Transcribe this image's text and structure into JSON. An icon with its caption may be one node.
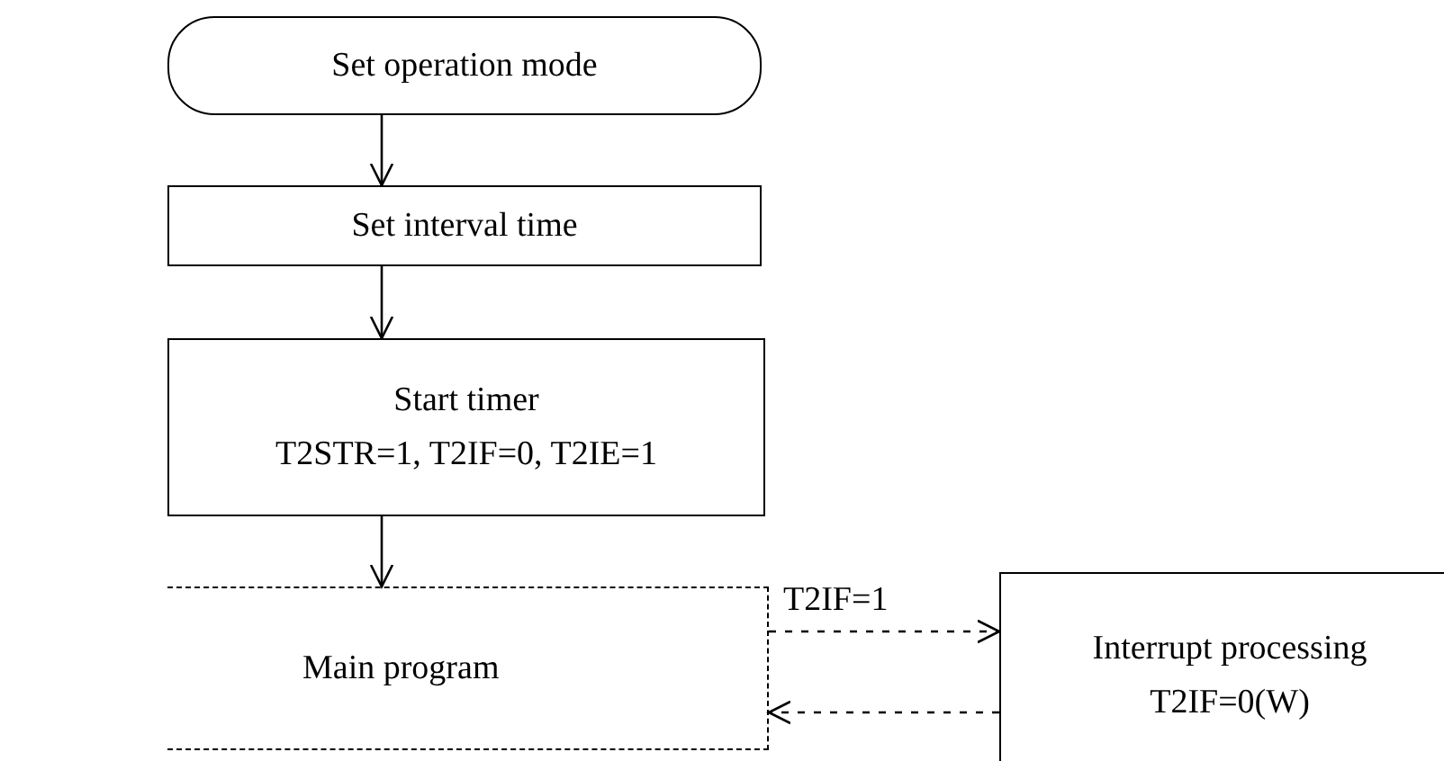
{
  "diagram": {
    "nodes": [
      {
        "text": [
          "Set operation mode"
        ]
      },
      {
        "text": [
          "Set interval time"
        ]
      },
      {
        "text": [
          "Start timer",
          "T2STR=1, T2IF=0, T2IE=1"
        ]
      },
      {
        "text": [
          "Main program"
        ]
      },
      {
        "text": [
          "Interrupt processing",
          "T2IF=0(W)"
        ]
      }
    ],
    "edges": [
      {
        "from": 0,
        "to": 1,
        "arrow": "to"
      },
      {
        "from": 1,
        "to": 2,
        "arrow": "to"
      },
      {
        "from": 2,
        "to": 3,
        "arrow": "to"
      },
      {
        "from": 3,
        "to": 4,
        "arrow": "to",
        "label": "T2IF=1",
        "style": "dashed"
      },
      {
        "from": 4,
        "to": 3,
        "arrow": "to",
        "style": "dashed"
      }
    ]
  }
}
